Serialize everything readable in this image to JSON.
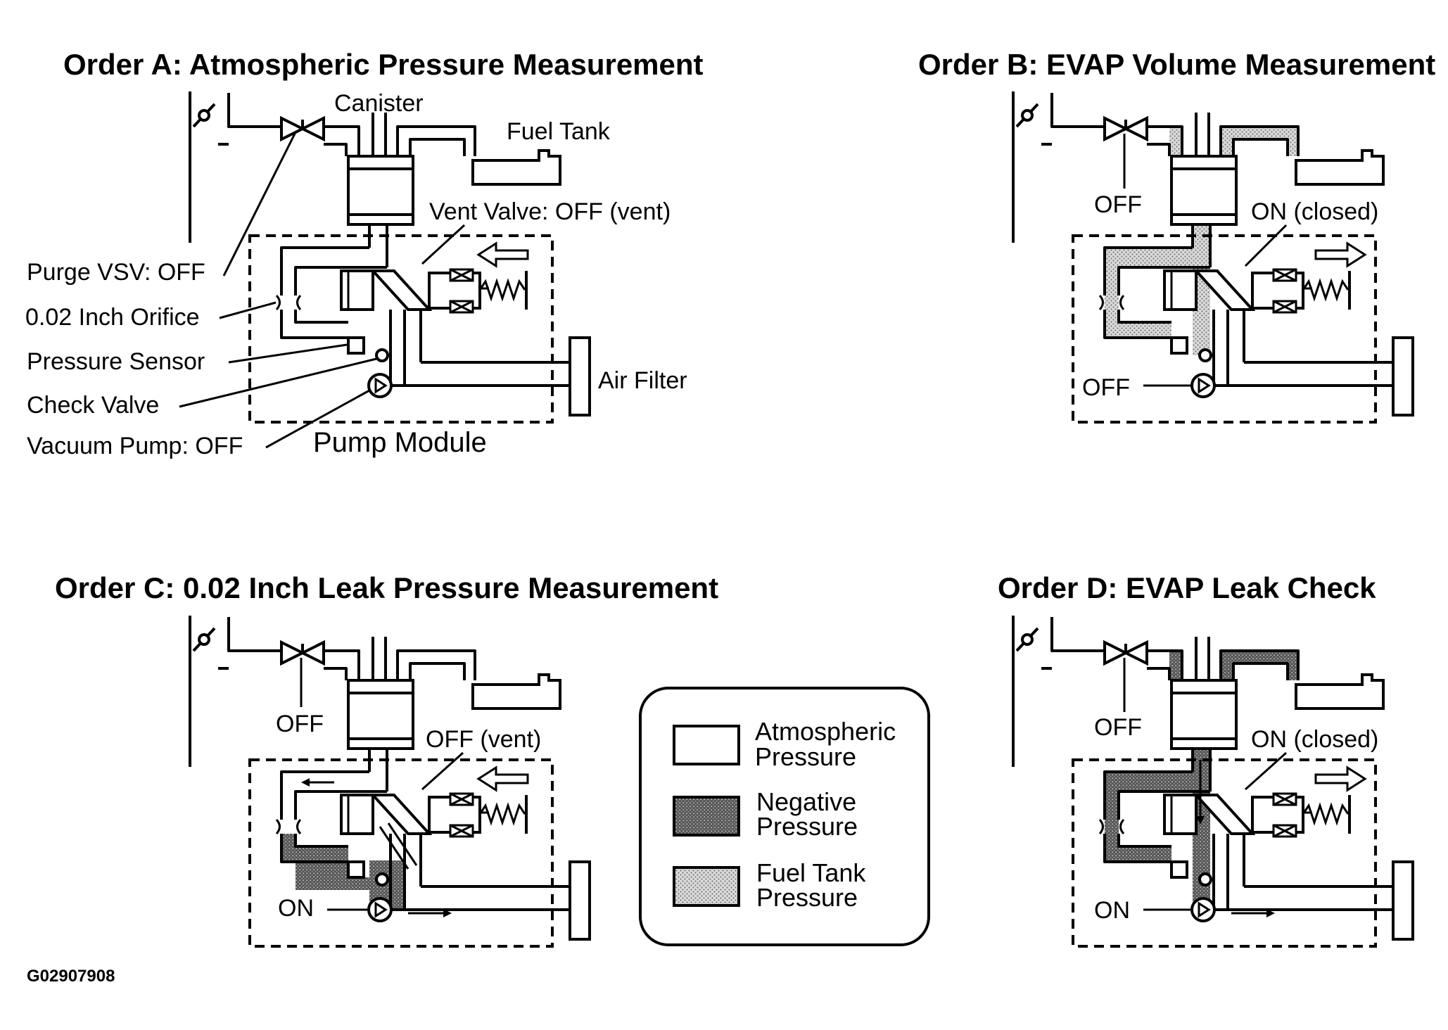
{
  "diagram_code": "G02907908",
  "colors": {
    "line": "#000000",
    "background": "#ffffff",
    "negative": "#7a7a7a",
    "fuel_tank": "#cfcfcf"
  },
  "panel_a": {
    "title": "Order A: Atmospheric Pressure Measurement",
    "canister": "Canister",
    "fuel_tank": "Fuel Tank",
    "vent_valve": "Vent Valve: OFF (vent)",
    "purge_vsv": "Purge VSV: OFF",
    "orifice": "0.02 Inch Orifice",
    "pressure_sensor": "Pressure Sensor",
    "check_valve": "Check Valve",
    "vacuum_pump": "Vacuum Pump: OFF",
    "pump_module": "Pump Module",
    "air_filter": "Air Filter"
  },
  "panel_b": {
    "title": "Order B: EVAP Volume Measurement",
    "purge": "OFF",
    "vent": "ON (closed)",
    "pump": "OFF"
  },
  "panel_c": {
    "title": "Order C: 0.02 Inch Leak Pressure Measurement",
    "purge": "OFF",
    "vent": "OFF (vent)",
    "pump": "ON"
  },
  "panel_d": {
    "title": "Order D: EVAP Leak Check",
    "purge": "OFF",
    "vent": "ON (closed)",
    "pump": "ON"
  },
  "legend": {
    "atmospheric": [
      "Atmospheric",
      "Pressure"
    ],
    "negative": [
      "Negative",
      "Pressure"
    ],
    "fuel_tank": [
      "Fuel Tank",
      "Pressure"
    ]
  }
}
